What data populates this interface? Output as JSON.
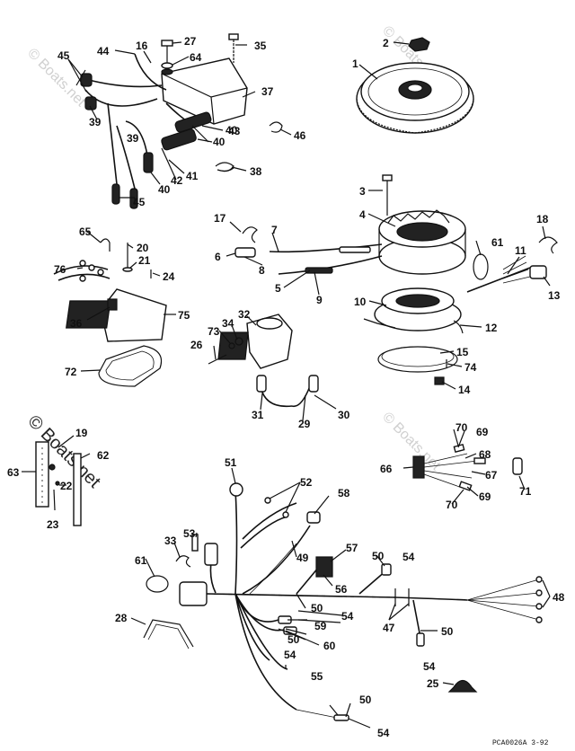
{
  "watermark": {
    "left": "© Boats.net",
    "right": "© Boats.net",
    "top_left": "© Boats.net",
    "top_right": "© Boats.net"
  },
  "footer": {
    "code": "PCA0026A   3-92"
  },
  "callouts": [
    {
      "id": "c1",
      "text": "1"
    },
    {
      "id": "c2",
      "text": "2"
    },
    {
      "id": "c3",
      "text": "3"
    },
    {
      "id": "c4",
      "text": "4"
    },
    {
      "id": "c5",
      "text": "5"
    },
    {
      "id": "c6",
      "text": "6"
    },
    {
      "id": "c7",
      "text": "7"
    },
    {
      "id": "c8",
      "text": "8"
    },
    {
      "id": "c9",
      "text": "9"
    },
    {
      "id": "c10",
      "text": "10"
    },
    {
      "id": "c11",
      "text": "11"
    },
    {
      "id": "c12",
      "text": "12"
    },
    {
      "id": "c13",
      "text": "13"
    },
    {
      "id": "c14",
      "text": "14"
    },
    {
      "id": "c15",
      "text": "15"
    },
    {
      "id": "c16",
      "text": "16"
    },
    {
      "id": "c17",
      "text": "17"
    },
    {
      "id": "c18",
      "text": "18"
    },
    {
      "id": "c19",
      "text": "19"
    },
    {
      "id": "c20",
      "text": "20"
    },
    {
      "id": "c21",
      "text": "21"
    },
    {
      "id": "c22",
      "text": "22"
    },
    {
      "id": "c23",
      "text": "23"
    },
    {
      "id": "c24",
      "text": "24"
    },
    {
      "id": "c25",
      "text": "25"
    },
    {
      "id": "c26",
      "text": "26"
    },
    {
      "id": "c27",
      "text": "27"
    },
    {
      "id": "c28",
      "text": "28"
    },
    {
      "id": "c29",
      "text": "29"
    },
    {
      "id": "c30",
      "text": "30"
    },
    {
      "id": "c31",
      "text": "31"
    },
    {
      "id": "c32",
      "text": "32"
    },
    {
      "id": "c33",
      "text": "33"
    },
    {
      "id": "c34",
      "text": "34"
    },
    {
      "id": "c35",
      "text": "35"
    },
    {
      "id": "c36",
      "text": "36"
    },
    {
      "id": "c37",
      "text": "37"
    },
    {
      "id": "c38",
      "text": "38"
    },
    {
      "id": "c39a",
      "text": "39"
    },
    {
      "id": "c39b",
      "text": "39"
    },
    {
      "id": "c40a",
      "text": "40"
    },
    {
      "id": "c40b",
      "text": "40"
    },
    {
      "id": "c40c",
      "text": "40"
    },
    {
      "id": "c41",
      "text": "41"
    },
    {
      "id": "c42",
      "text": "42"
    },
    {
      "id": "c43",
      "text": "43"
    },
    {
      "id": "c44",
      "text": "44"
    },
    {
      "id": "c45a",
      "text": "45"
    },
    {
      "id": "c45b",
      "text": "45"
    },
    {
      "id": "c46",
      "text": "46"
    },
    {
      "id": "c47",
      "text": "47"
    },
    {
      "id": "c48",
      "text": "48"
    },
    {
      "id": "c49",
      "text": "49"
    },
    {
      "id": "c50a",
      "text": "50"
    },
    {
      "id": "c50b",
      "text": "50"
    },
    {
      "id": "c50c",
      "text": "50"
    },
    {
      "id": "c50d",
      "text": "50"
    },
    {
      "id": "c50e",
      "text": "50"
    },
    {
      "id": "c51",
      "text": "51"
    },
    {
      "id": "c52",
      "text": "52"
    },
    {
      "id": "c53",
      "text": "53"
    },
    {
      "id": "c54a",
      "text": "54"
    },
    {
      "id": "c54b",
      "text": "54"
    },
    {
      "id": "c54c",
      "text": "54"
    },
    {
      "id": "c54d",
      "text": "54"
    },
    {
      "id": "c54e",
      "text": "54"
    },
    {
      "id": "c55",
      "text": "55"
    },
    {
      "id": "c56",
      "text": "56"
    },
    {
      "id": "c57",
      "text": "57"
    },
    {
      "id": "c58",
      "text": "58"
    },
    {
      "id": "c59",
      "text": "59"
    },
    {
      "id": "c60",
      "text": "60"
    },
    {
      "id": "c61a",
      "text": "61"
    },
    {
      "id": "c61b",
      "text": "61"
    },
    {
      "id": "c62",
      "text": "62"
    },
    {
      "id": "c63",
      "text": "63"
    },
    {
      "id": "c64",
      "text": "64"
    },
    {
      "id": "c65",
      "text": "65"
    },
    {
      "id": "c66",
      "text": "66"
    },
    {
      "id": "c67",
      "text": "67"
    },
    {
      "id": "c68",
      "text": "68"
    },
    {
      "id": "c69a",
      "text": "69"
    },
    {
      "id": "c69b",
      "text": "69"
    },
    {
      "id": "c70a",
      "text": "70"
    },
    {
      "id": "c70b",
      "text": "70"
    },
    {
      "id": "c71",
      "text": "71"
    },
    {
      "id": "c72",
      "text": "72"
    },
    {
      "id": "c73",
      "text": "73"
    },
    {
      "id": "c74",
      "text": "74"
    },
    {
      "id": "c75",
      "text": "75"
    },
    {
      "id": "c76",
      "text": "76"
    }
  ]
}
